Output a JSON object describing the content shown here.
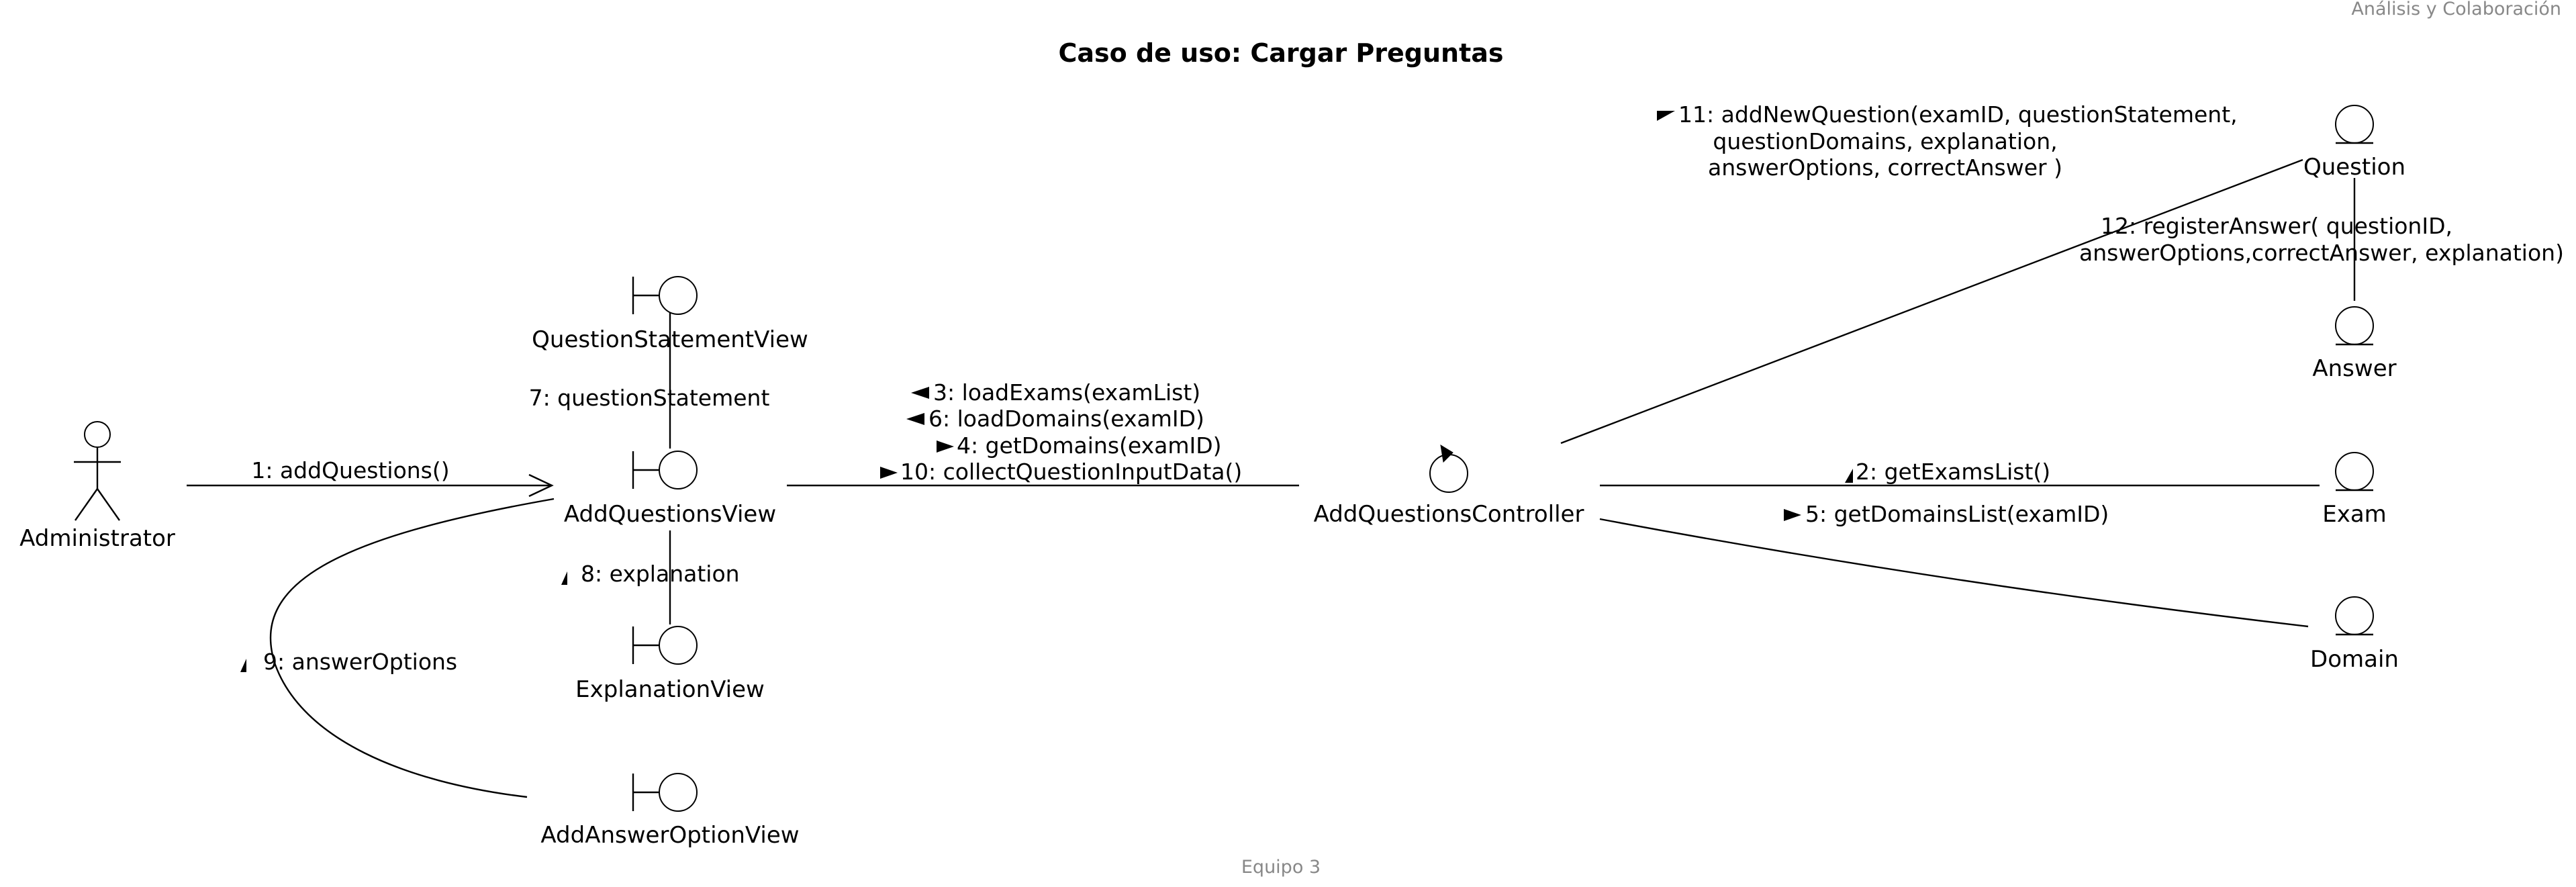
{
  "header_right": "Análisis y Colaboración",
  "title": "Caso de uso: Cargar Preguntas",
  "footer": "Equipo 3",
  "nodes": {
    "administrator": "Administrator",
    "question_statement_view": "QuestionStatementView",
    "add_questions_view": "AddQuestionsView",
    "explanation_view": "ExplanationView",
    "add_answer_option_view": "AddAnswerOptionView",
    "add_questions_controller": "AddQuestionsController",
    "question": "Question",
    "answer": "Answer",
    "exam": "Exam",
    "domain": "Domain"
  },
  "messages": {
    "m1": "1: addQuestions()",
    "m7": "7: questionStatement",
    "m8": "8: explanation",
    "m9": "9: answerOptions",
    "m3": "3: loadExams(examList)",
    "m6": "6: loadDomains(examID)",
    "m4": "4: getDomains(examID)",
    "m10": "10: collectQuestionInputData()",
    "m2": "2: getExamsList()",
    "m5": "5: getDomainsList(examID)",
    "m11_line1": "11: addNewQuestion(examID, questionStatement,",
    "m11_line2": "questionDomains, explanation,",
    "m11_line3": "answerOptions, correctAnswer )",
    "m12_line1": "12: registerAnswer( questionID,",
    "m12_line2": "answerOptions,correctAnswer, explanation)"
  }
}
